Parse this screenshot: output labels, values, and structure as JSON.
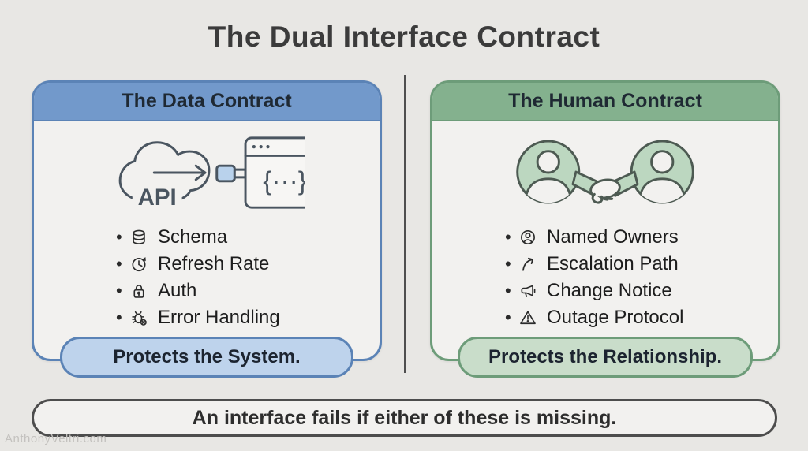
{
  "page": {
    "title": "The Dual Interface Contract",
    "watermark": "AnthonyVeltri.com",
    "background_color": "#e8e7e4"
  },
  "bullet_char": "•",
  "cards": [
    {
      "title": "The Data Contract",
      "accent": "#7299cb",
      "border": "#5b83b6",
      "pill_bg": "#bed3ec",
      "illustration": "api-cloud-plug-browser",
      "icon_labels": {
        "api_label": "API",
        "code_braces": "{···}"
      },
      "items": [
        {
          "icon": "database-icon",
          "label": "Schema"
        },
        {
          "icon": "clock-icon",
          "label": "Refresh Rate"
        },
        {
          "icon": "lock-icon",
          "label": "Auth"
        },
        {
          "icon": "bug-icon",
          "label": "Error Handling"
        }
      ],
      "footer": "Protects the System."
    },
    {
      "title": "The Human Contract",
      "accent": "#84b18e",
      "border": "#6d9c79",
      "pill_bg": "#c9ddca",
      "illustration": "two-people-handshake",
      "items": [
        {
          "icon": "person-circle-icon",
          "label": "Named Owners"
        },
        {
          "icon": "escalation-arrow-icon",
          "label": "Escalation Path"
        },
        {
          "icon": "megaphone-icon",
          "label": "Change Notice"
        },
        {
          "icon": "warning-triangle-icon",
          "label": "Outage Protocol"
        }
      ],
      "footer": "Protects the Relationship."
    }
  ],
  "banner": {
    "text": "An interface fails if either of these is missing."
  }
}
